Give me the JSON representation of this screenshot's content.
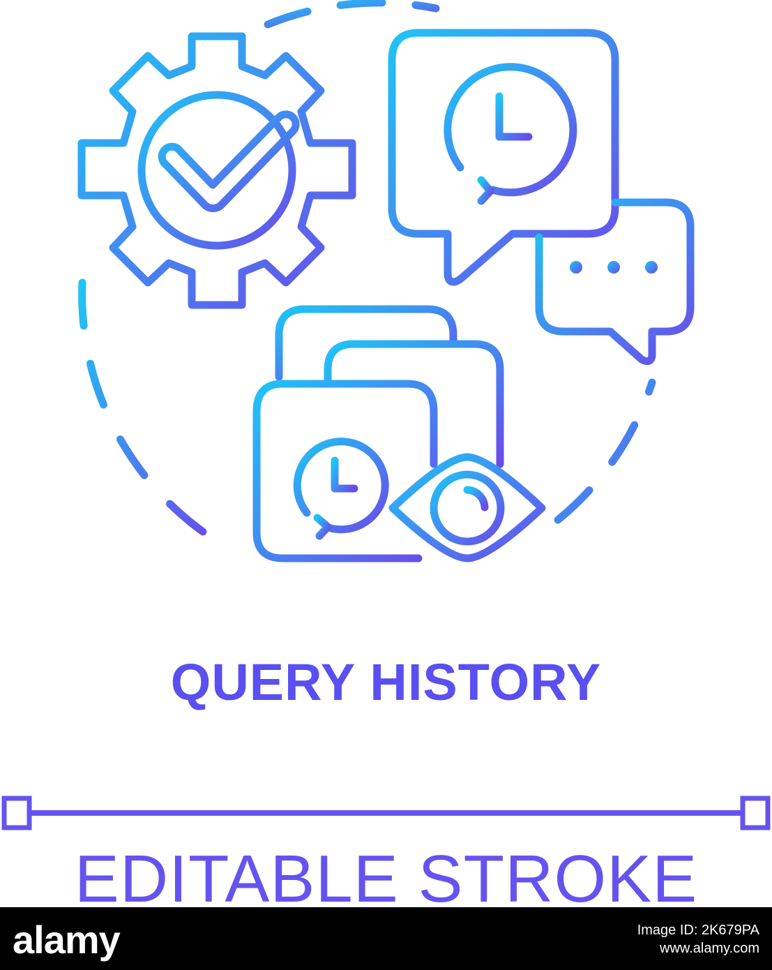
{
  "title": "QUERY HISTORY",
  "subtitle": "EDITABLE STROKE",
  "footer": {
    "brand": "alamy",
    "image_id": "Image ID: 2K679PA",
    "site": "www.alamy.com"
  },
  "colors": {
    "gradient_start": "#1fc4f5",
    "gradient_end": "#6a4bea",
    "title": "#5a4ff0",
    "footer_bg": "#000000"
  },
  "icons": [
    "gear-check-icon",
    "clock-speech-bubble-icon",
    "ellipsis-speech-bubble-icon",
    "browser-windows-icon",
    "history-clock-icon",
    "eye-icon"
  ]
}
